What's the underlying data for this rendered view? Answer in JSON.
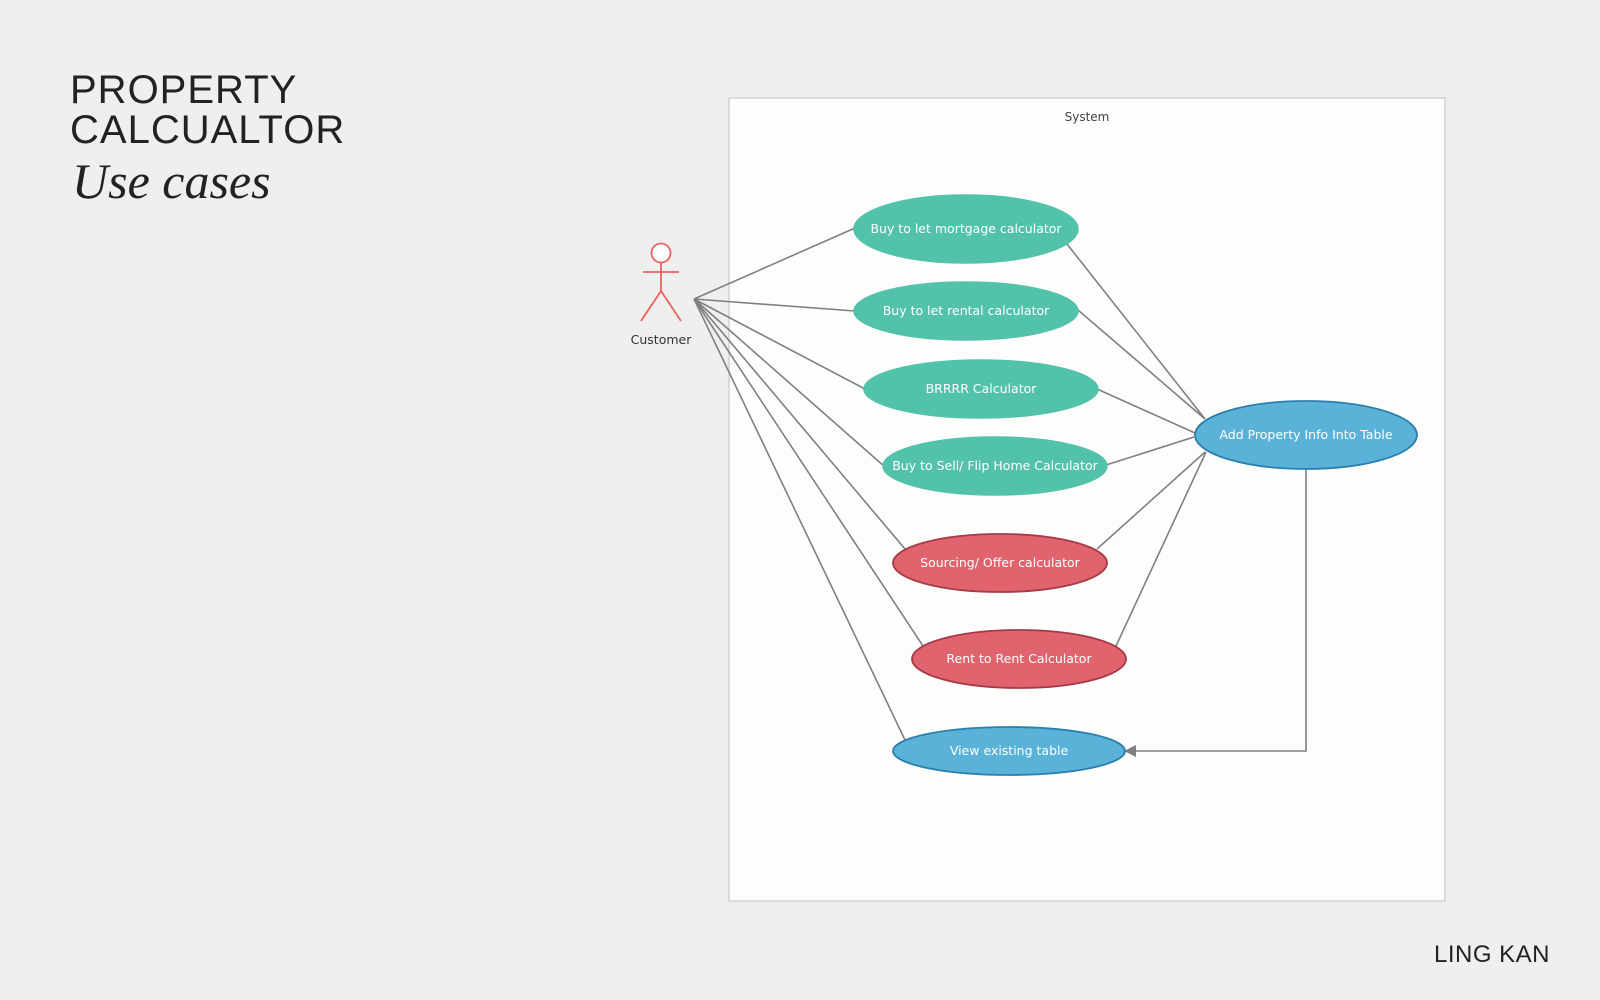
{
  "header": {
    "title_line1": "PROPERTY",
    "title_line2": "CALCUALTOR",
    "subtitle": "Use cases"
  },
  "author": "LING KAN",
  "system": {
    "label": "System"
  },
  "actor": {
    "label": "Customer",
    "color": "#e8625f"
  },
  "use_cases": {
    "btl_mortgage": "Buy to let mortgage calculator",
    "btl_rental": "Buy to let rental calculator",
    "brrrr": "BRRRR Calculator",
    "flip": "Buy to Sell/ Flip Home Calculator",
    "sourcing": "Sourcing/ Offer calculator",
    "r2r": "Rent to Rent Calculator",
    "view_table": "View existing table",
    "add_info": "Add Property Info Into Table"
  },
  "colors": {
    "green": "#52c2ab",
    "red": "#e0636d",
    "red_stroke": "#a63a48",
    "blue": "#5ab2d8",
    "blue_stroke": "#2a7fae",
    "line": "#808080"
  }
}
